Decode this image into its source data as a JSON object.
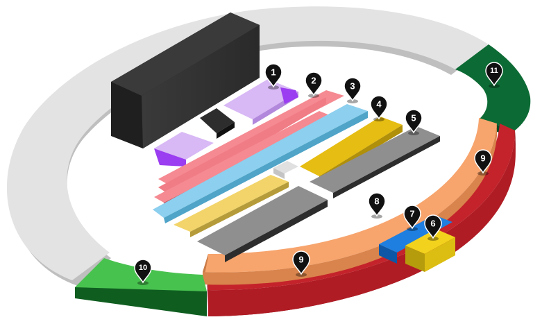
{
  "map": {
    "pins": [
      {
        "id": "pin-1",
        "label": "1"
      },
      {
        "id": "pin-2",
        "label": "2"
      },
      {
        "id": "pin-3",
        "label": "3"
      },
      {
        "id": "pin-4",
        "label": "4"
      },
      {
        "id": "pin-5",
        "label": "5"
      },
      {
        "id": "pin-6",
        "label": "6"
      },
      {
        "id": "pin-7",
        "label": "7"
      },
      {
        "id": "pin-8",
        "label": "8"
      },
      {
        "id": "pin-9a",
        "label": "9"
      },
      {
        "id": "pin-9b",
        "label": "9"
      },
      {
        "id": "pin-10",
        "label": "10"
      },
      {
        "id": "pin-11",
        "label": "11"
      }
    ],
    "colors": {
      "track": "#e3e3e3",
      "track_side": "#bdbdbd",
      "zone_1": "#d8b8f5",
      "zone_1_accent": "#9b3df0",
      "zone_2": "#f58a92",
      "zone_3": "#8ccfee",
      "zone_4": "#e6bd12",
      "zone_5": "#8f8f8f",
      "zone_6": "#f2d21d",
      "zone_7": "#1e7fe0",
      "zone_8": "#f7a46d",
      "zone_9": "#c4232b",
      "zone_10": "#48c24f",
      "zone_11": "#0c6b34",
      "stage": "#2b2b2b",
      "pin": "#111111"
    }
  }
}
